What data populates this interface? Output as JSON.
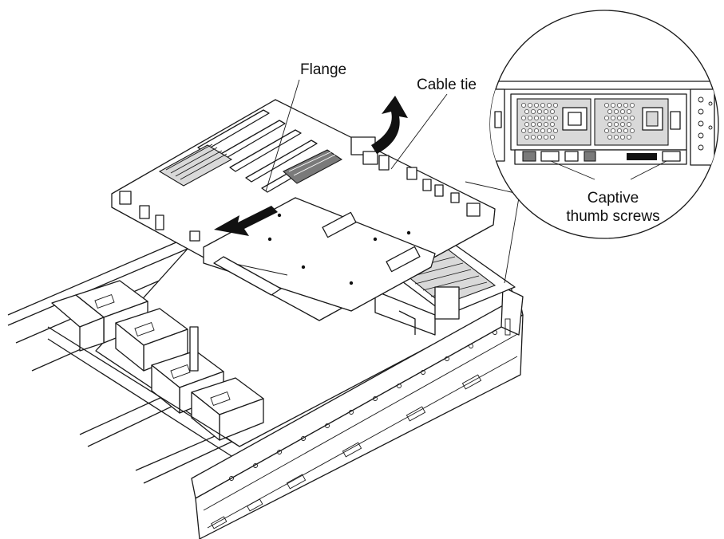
{
  "callouts": {
    "flange": "Flange",
    "cable_tie": "Cable tie",
    "captive_line1": "Captive",
    "captive_line2": "thumb screws"
  }
}
